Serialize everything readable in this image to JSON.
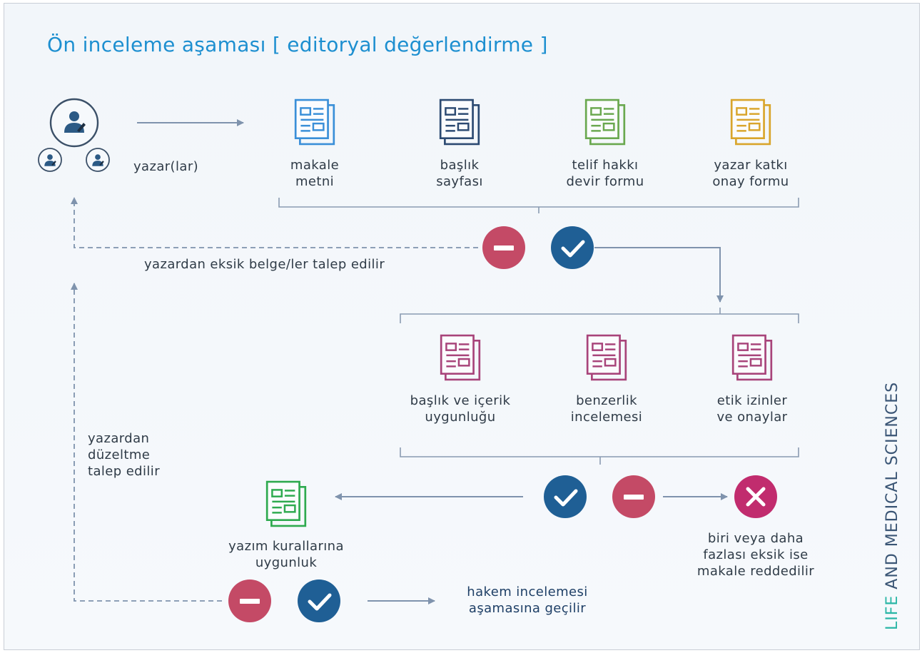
{
  "title": "Ön inceleme aşaması [ editoryal değerlendirme ]",
  "brand": {
    "accent": "LIFE",
    "rest": " AND MEDICAL SCIENCES"
  },
  "authors": {
    "label": "yazar(lar)"
  },
  "documents": [
    {
      "line1": "makale",
      "line2": "metni",
      "color": "#3a8fd8"
    },
    {
      "line1": "başlık",
      "line2": "sayfası",
      "color": "#2c4a72"
    },
    {
      "line1": "telif hakkı",
      "line2": "devir formu",
      "color": "#6aa84f"
    },
    {
      "line1": "yazar katkı",
      "line2": "onay formu",
      "color": "#d9a52c"
    }
  ],
  "missing_docs_note": "yazardan eksik belge/ler talep edilir",
  "checks": [
    {
      "line1": "başlık ve içerik",
      "line2": "uygunluğu",
      "color": "#a8447a"
    },
    {
      "line1": "benzerlik",
      "line2": "incelemesi",
      "color": "#a8447a"
    },
    {
      "line1": "etik izinler",
      "line2": "ve onaylar",
      "color": "#a8447a"
    }
  ],
  "rejection_note": {
    "line1": "biri veya daha",
    "line2": "fazlası eksik ise",
    "line3": "makale reddedilir"
  },
  "style_check": {
    "line1": "yazım kurallarına",
    "line2": "uygunluk",
    "color": "#2eaa4f"
  },
  "correction_note": {
    "line1": "yazardan",
    "line2": "düzeltme",
    "line3": "talep edilir"
  },
  "next_stage": {
    "line1": "hakem incelemesi",
    "line2": "aşamasına geçilir"
  },
  "colors": {
    "arrow": "#7f93ad",
    "check": "#1f5f95",
    "minus": "#c44a66",
    "reject": "#c12c6e",
    "title": "#1d8fd0"
  }
}
